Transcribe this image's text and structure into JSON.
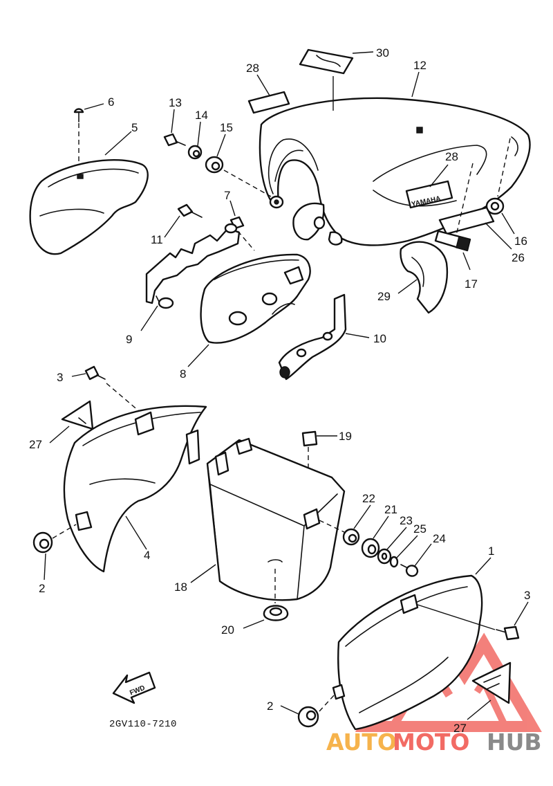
{
  "diagram": {
    "code_label": "2GV110-7210",
    "fwd_label": "FWD",
    "emblem_label": "YAMAHA",
    "callouts": [
      {
        "id": "c30",
        "text": "30"
      },
      {
        "id": "c12",
        "text": "12"
      },
      {
        "id": "c28a",
        "text": "28"
      },
      {
        "id": "c28b",
        "text": "28"
      },
      {
        "id": "c13",
        "text": "13"
      },
      {
        "id": "c14",
        "text": "14"
      },
      {
        "id": "c15",
        "text": "15"
      },
      {
        "id": "c6",
        "text": "6"
      },
      {
        "id": "c5",
        "text": "5"
      },
      {
        "id": "c7",
        "text": "7"
      },
      {
        "id": "c11",
        "text": "11"
      },
      {
        "id": "c9",
        "text": "9"
      },
      {
        "id": "c8",
        "text": "8"
      },
      {
        "id": "c10",
        "text": "10"
      },
      {
        "id": "c16",
        "text": "16"
      },
      {
        "id": "c26",
        "text": "26"
      },
      {
        "id": "c17",
        "text": "17"
      },
      {
        "id": "c29",
        "text": "29"
      },
      {
        "id": "c3a",
        "text": "3"
      },
      {
        "id": "c27a",
        "text": "27"
      },
      {
        "id": "c4",
        "text": "4"
      },
      {
        "id": "c2a",
        "text": "2"
      },
      {
        "id": "c19",
        "text": "19"
      },
      {
        "id": "c18",
        "text": "18"
      },
      {
        "id": "c22",
        "text": "22"
      },
      {
        "id": "c21",
        "text": "21"
      },
      {
        "id": "c23",
        "text": "23"
      },
      {
        "id": "c25",
        "text": "25"
      },
      {
        "id": "c24",
        "text": "24"
      },
      {
        "id": "c1",
        "text": "1"
      },
      {
        "id": "c3b",
        "text": "3"
      },
      {
        "id": "c20",
        "text": "20"
      },
      {
        "id": "c2b",
        "text": "2"
      },
      {
        "id": "c27b",
        "text": "27"
      }
    ]
  },
  "watermark": {
    "part1": "AUTO",
    "part2": "MOTO",
    "part3": "HUB",
    "color_accent": "#f0605a",
    "color_light": "#f6b34c",
    "color_dark": "#8a8a8a"
  }
}
